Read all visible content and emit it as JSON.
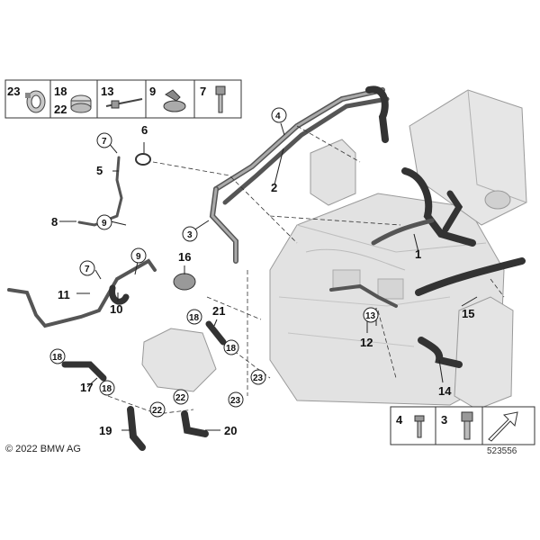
{
  "diagram": {
    "copyright": "© 2022 BMW AG",
    "image_id": "523556",
    "legend_top": [
      "23",
      "18",
      "22",
      "13",
      "9",
      "7"
    ],
    "legend_bottom": [
      "4",
      "3"
    ],
    "callouts": [
      "1",
      "2",
      "3",
      "4",
      "5",
      "6",
      "7",
      "8",
      "9",
      "10",
      "11",
      "12",
      "13",
      "14",
      "15",
      "16",
      "17",
      "18",
      "19",
      "20",
      "21",
      "22",
      "23"
    ]
  }
}
